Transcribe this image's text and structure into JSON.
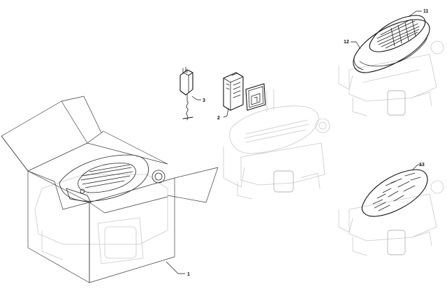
{
  "callouts": {
    "c1": "1",
    "c2": "2",
    "c3": "3",
    "c11": "11",
    "c12": "12",
    "c13": "13"
  }
}
